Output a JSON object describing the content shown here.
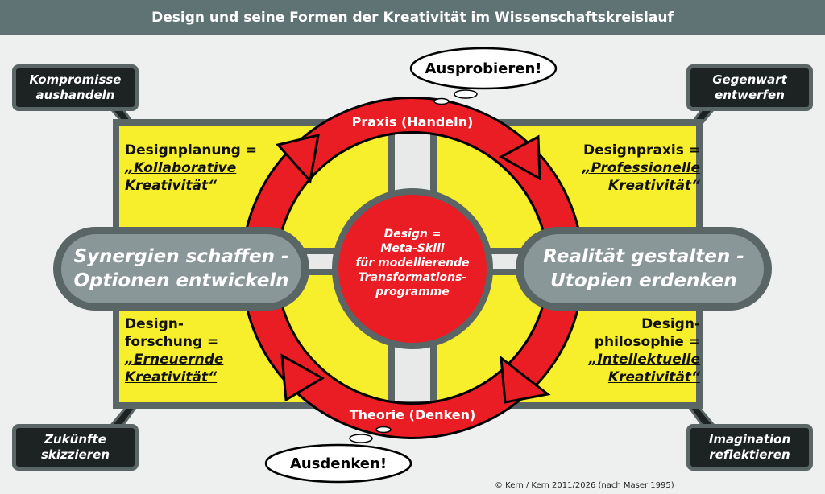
{
  "title": "Design und seine Formen der Kreativität im Wissenschaftskreislauf",
  "colors": {
    "title_bg": "#5f7374",
    "yellow": "#f7ee2c",
    "red": "#ea1c24",
    "gray": "#7c8a8b",
    "dark": "#1d2222"
  },
  "ring": {
    "top": "Praxis (Handeln)",
    "bottom": "Theorie (Denken)"
  },
  "bubbles": {
    "top": "Ausprobieren!",
    "bottom": "Ausdenken!"
  },
  "center": {
    "line1": "Design =",
    "line2": "Meta-Skill",
    "line3": "für modellierende",
    "line4": "Transformations-",
    "line5": "programme"
  },
  "pills": {
    "left": {
      "line1": "Synergien schaffen -",
      "line2": "Optionen entwickeln"
    },
    "right": {
      "line1": "Realität gestalten -",
      "line2": "Utopien erdenken"
    }
  },
  "quadrants": {
    "top_left": {
      "heading": "Designplanung =",
      "em1": "„Kollaborative",
      "em2": "Kreativität“"
    },
    "top_right": {
      "heading": "Designpraxis =",
      "em1": "„Professionelle",
      "em2": "Kreativität“"
    },
    "bottom_left": {
      "heading1": "Design-",
      "heading2": "forschung =",
      "em1": "„Erneuernde",
      "em2": "Kreativität“"
    },
    "bottom_right": {
      "heading1": "Design-",
      "heading2": "philosophie =",
      "em1": "„Intellektuelle",
      "em2": "Kreativität“"
    }
  },
  "callouts": {
    "top_left": {
      "line1": "Kompromisse",
      "line2": "aushandeln"
    },
    "top_right": {
      "line1": "Gegenwart",
      "line2": "entwerfen"
    },
    "bottom_left": {
      "line1": "Zukünfte",
      "line2": "skizzieren"
    },
    "bottom_right": {
      "line1": "Imagination",
      "line2": "reflektieren"
    }
  },
  "copyright": "© Kern / Kern 2011/2026 (nach Maser 1995)"
}
